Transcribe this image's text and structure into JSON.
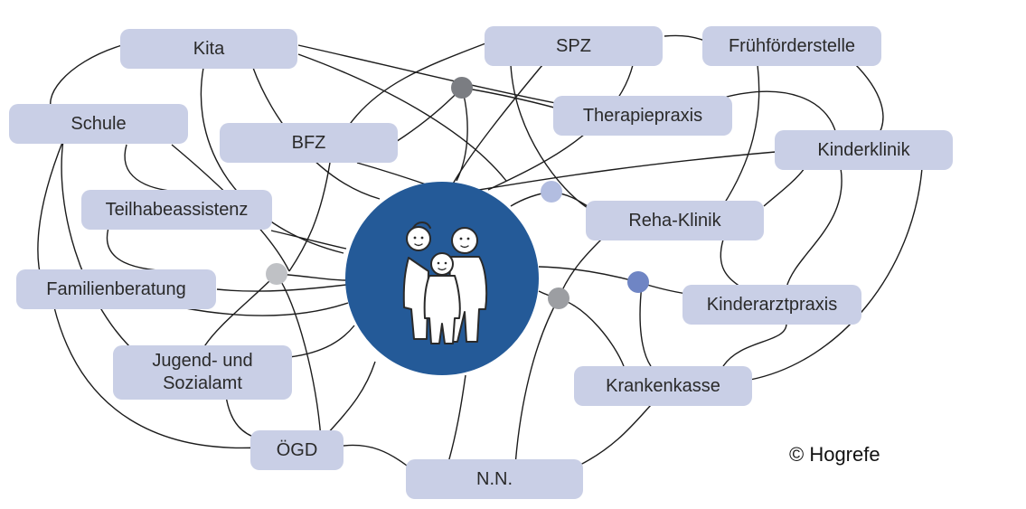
{
  "center": {
    "icon": "family-icon"
  },
  "nodes": [
    {
      "id": "kita",
      "label": "Kita"
    },
    {
      "id": "spz",
      "label": "SPZ"
    },
    {
      "id": "fruehfoerderstelle",
      "label": "Frühförderstelle"
    },
    {
      "id": "schule",
      "label": "Schule"
    },
    {
      "id": "therapiepraxis",
      "label": "Therapiepraxis"
    },
    {
      "id": "bfz",
      "label": "BFZ"
    },
    {
      "id": "kinderklinik",
      "label": "Kinderklinik"
    },
    {
      "id": "teilhabeassistenz",
      "label": "Teilhabeassistenz"
    },
    {
      "id": "reha_klinik",
      "label": "Reha-Klinik"
    },
    {
      "id": "familienberatung",
      "label": "Familienberatung"
    },
    {
      "id": "kinderarztpraxis",
      "label": "Kinderarztpraxis"
    },
    {
      "id": "jugendamt",
      "label": "Jugend- und\nSozialamt"
    },
    {
      "id": "krankenkasse",
      "label": "Krankenkasse"
    },
    {
      "id": "oegd",
      "label": "ÖGD"
    },
    {
      "id": "nn",
      "label": "N.N."
    }
  ],
  "copyright": "© Hogrefe",
  "colors": {
    "node_fill": "#c9cfe6",
    "center_fill": "#245a98",
    "hub_dark_gray": "#7b7d82",
    "hub_light_gray": "#bfc1c5",
    "hub_light_blue": "#b2bde0",
    "hub_blue": "#6f85c4",
    "line": "#1c1c1c"
  }
}
